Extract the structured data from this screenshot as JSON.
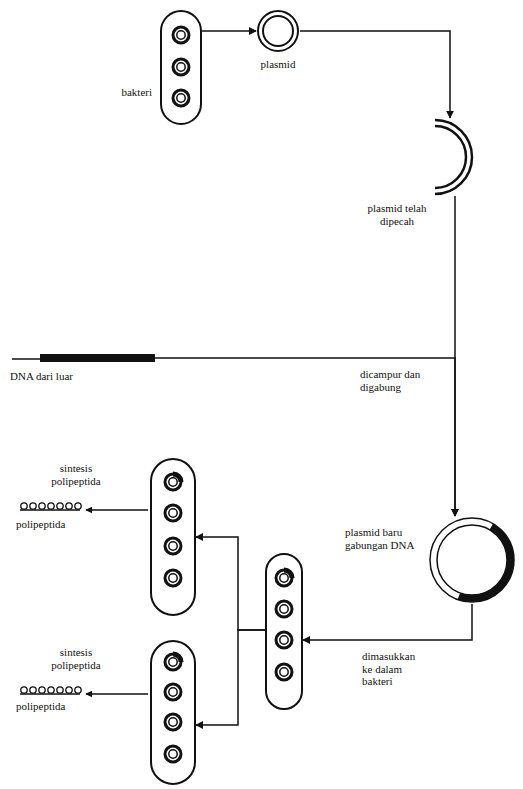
{
  "diagram": {
    "nodes": [
      {
        "text": [
          "bakteri"
        ]
      },
      {
        "text": [
          "plasmid"
        ]
      },
      {
        "text": [
          "plasmid telah dipecah"
        ]
      },
      {
        "text": [
          "DNA dari luar"
        ]
      },
      {
        "text": [
          "plasmid baru gabungan DNA"
        ]
      },
      {
        "text": []
      },
      {
        "text": []
      },
      {
        "text": []
      }
    ],
    "edges": [
      {
        "from": 0,
        "to": 1,
        "arrow": "to"
      },
      {
        "from": 1,
        "to": 2,
        "arrow": "to"
      },
      {
        "from": 2,
        "to": 4,
        "arrow": "to"
      },
      {
        "from": 3,
        "to": 4,
        "arrow": "to",
        "label": "dicampur dan digabung"
      },
      {
        "from": 4,
        "to": 5,
        "arrow": "to",
        "label": "dimasukkan ke dalam bakteri"
      },
      {
        "from": 5,
        "to": 6,
        "arrow": "to"
      },
      {
        "from": 5,
        "to": 7,
        "arrow": "to"
      }
    ],
    "labels": [
      "sintesis polipeptida",
      "polipeptida",
      "sintesis polipeptida",
      "polipeptida"
    ]
  }
}
